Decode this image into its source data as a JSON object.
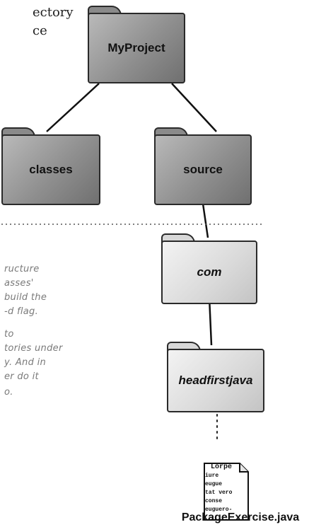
{
  "text": {
    "line1": "ectory",
    "line2": "ce"
  },
  "handwriting": {
    "lines": [
      "ructure",
      "asses'",
      "build the",
      "-d flag.",
      "to",
      "tories under",
      "y. And in",
      "er do it",
      "o."
    ]
  },
  "folders": {
    "myproject": "MyProject",
    "classes": "classes",
    "source": "source",
    "com": "com",
    "headfirstjava": "headfirstjava"
  },
  "document": {
    "lines": [
      "Lorpe",
      "iure",
      "eugue",
      "tat vero",
      "conse",
      "euguero-"
    ]
  },
  "file_label": "PackageExercise.java"
}
